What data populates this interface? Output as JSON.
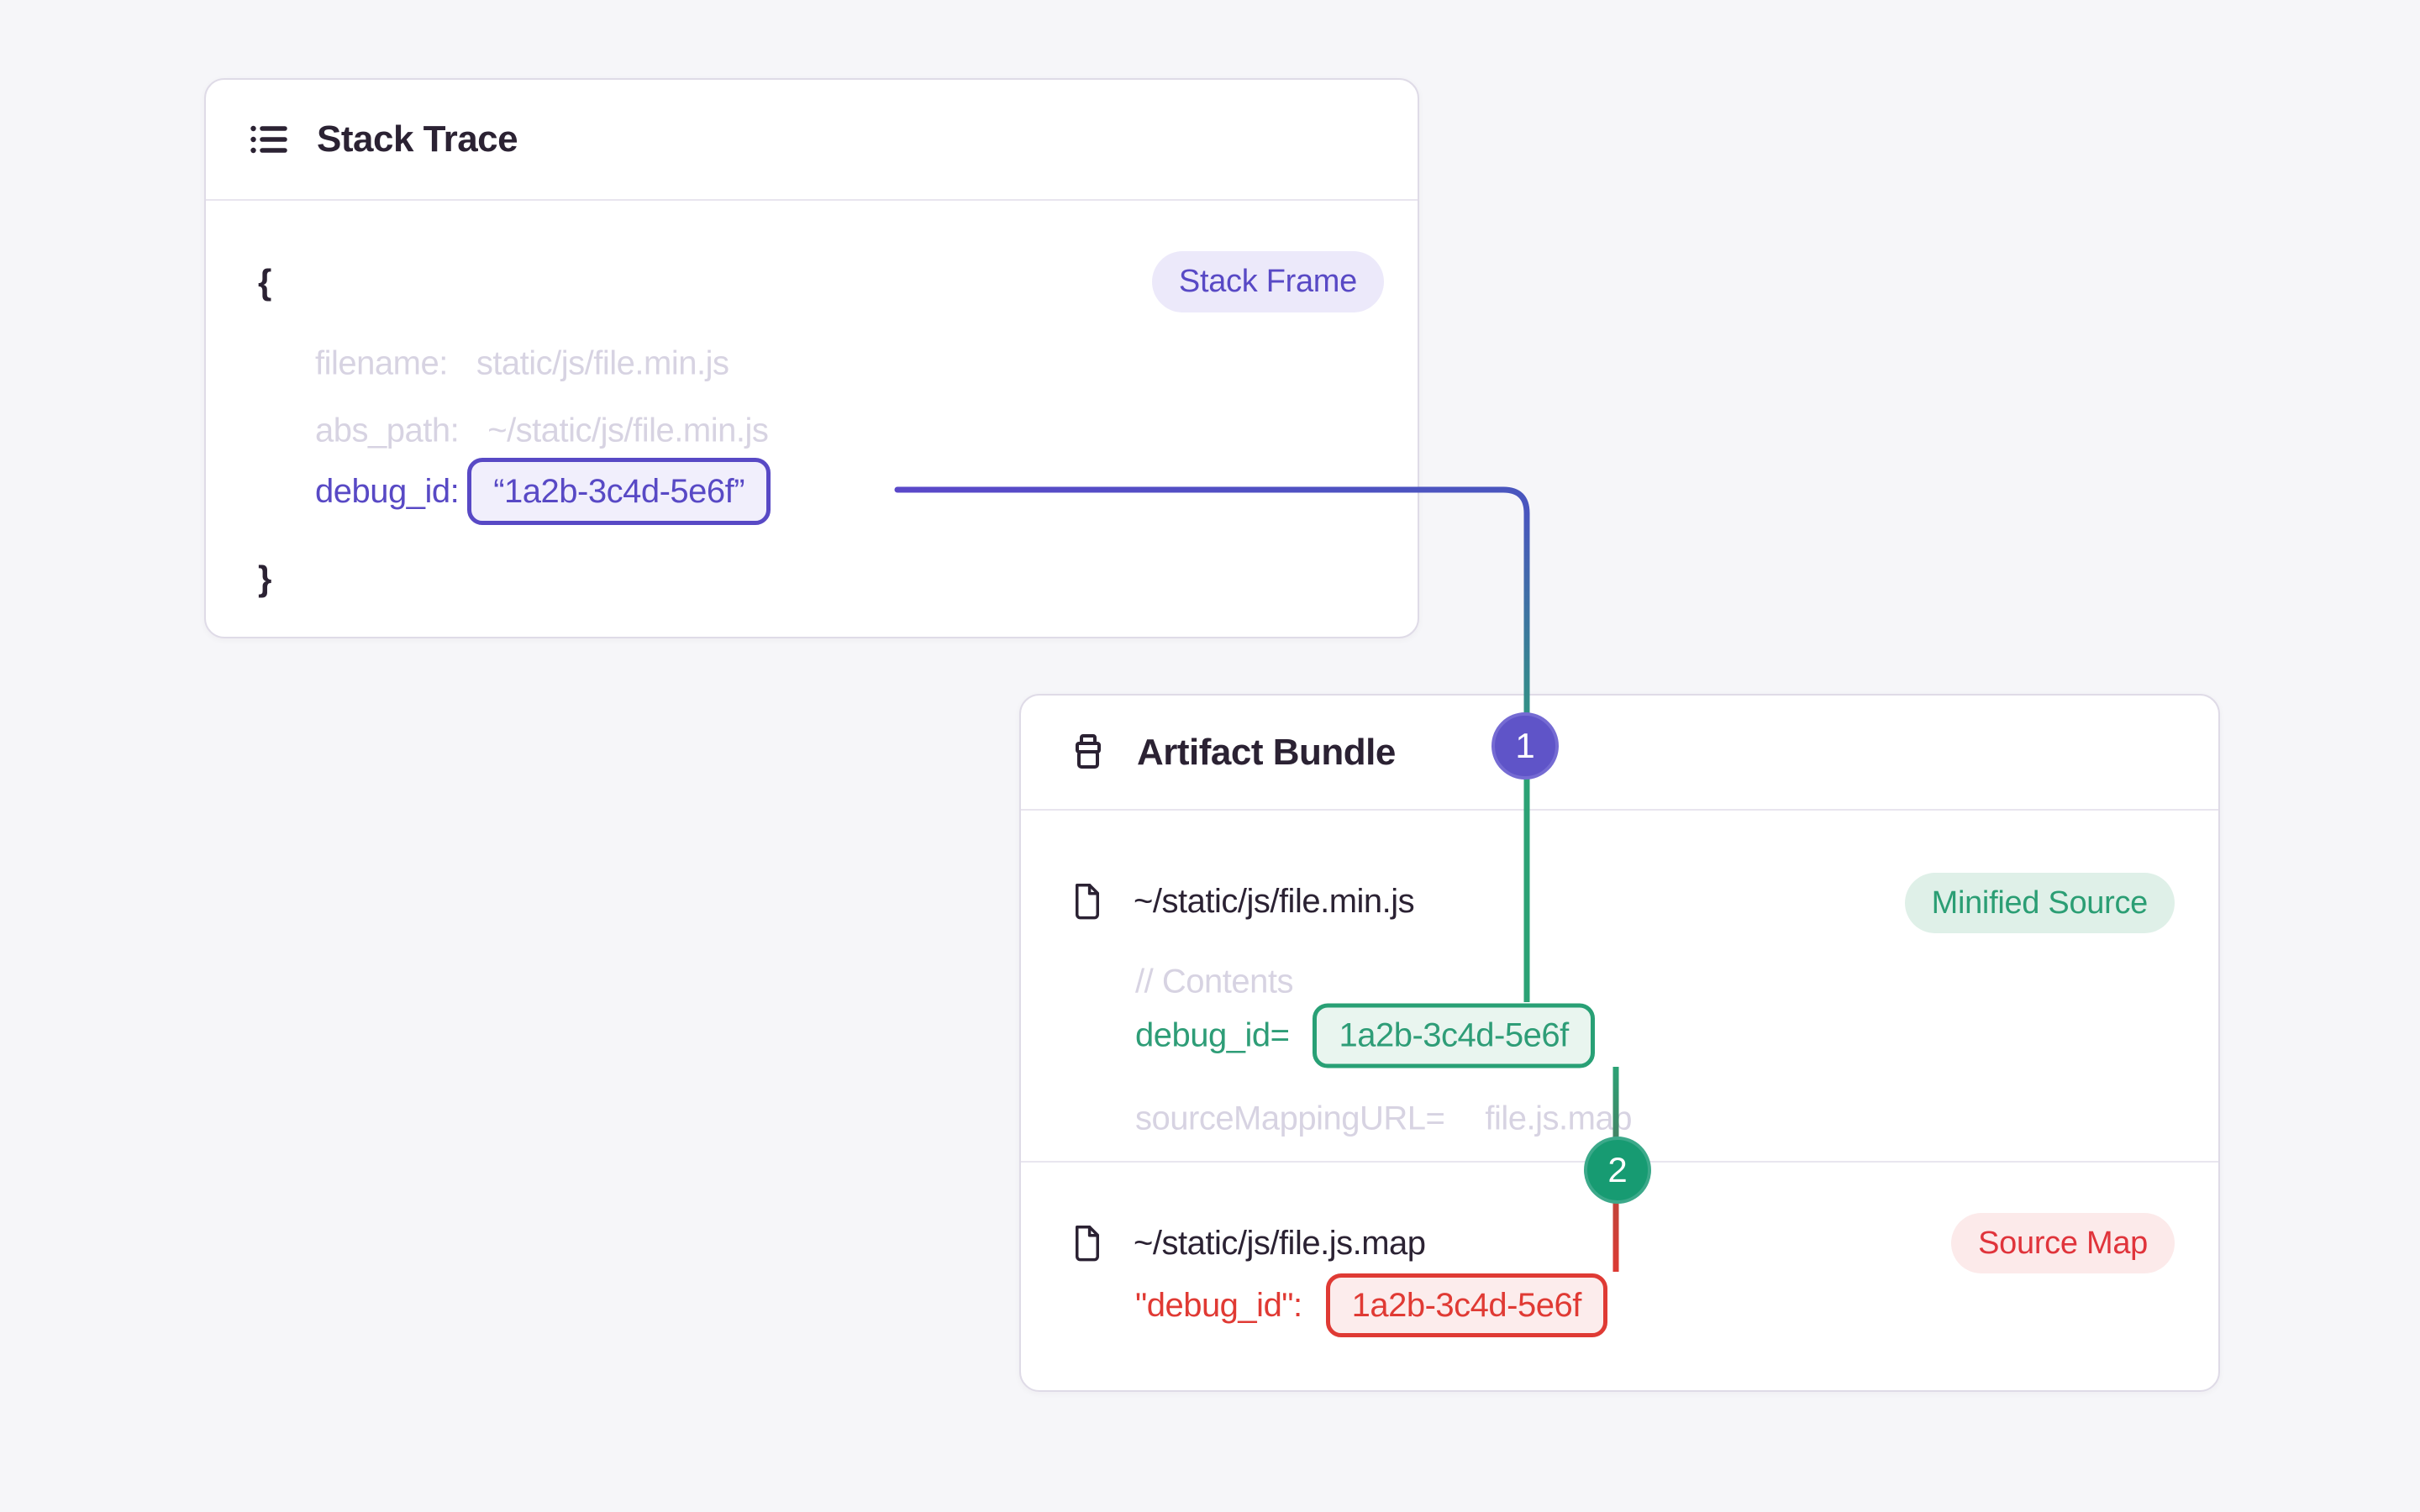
{
  "stack_card": {
    "title": "Stack Trace",
    "badge": "Stack Frame",
    "brace_open": "{",
    "brace_close": "}",
    "rows": [
      {
        "label": "filename:",
        "value": "static/js/file.min.js"
      },
      {
        "label": "abs_path:",
        "value": "~/static/js/file.min.js"
      },
      {
        "label": "debug_id:",
        "value": "“1a2b-3c4d-5e6f”"
      }
    ]
  },
  "artifact_card": {
    "title": "Artifact Bundle",
    "file1": {
      "path": "~/static/js/file.min.js",
      "badge": "Minified Source",
      "comment": "// Contents",
      "debug_label": "debug_id=",
      "debug_value": "1a2b-3c4d-5e6f",
      "mapping_label": "sourceMappingURL=",
      "mapping_value": "file.js.map"
    },
    "file2": {
      "path": "~/static/js/file.js.map",
      "badge": "Source Map",
      "debug_label": "\"debug_id\":",
      "debug_value": "1a2b-3c4d-5e6f"
    }
  },
  "markers": {
    "step1": "1",
    "step2": "2"
  },
  "colors": {
    "purple": "#5849C5",
    "indigo_line": "#4956BE",
    "green": "#2BA275",
    "red": "#DF3A34",
    "purple_fill": "#F1EFFC",
    "green_fill": "#E9F5EF",
    "red_fill": "#FCECEC",
    "badge_purple_bg": "#ECE9FA",
    "badge_green_bg": "#DFF0E8",
    "badge_red_bg": "#FCEAEA",
    "circle1_bg": "#5F54C8",
    "circle2_bg": "#179B72",
    "muted_text": "#D7D3E2",
    "ink": "#2B2233",
    "page_bg": "#F6F6F9"
  }
}
